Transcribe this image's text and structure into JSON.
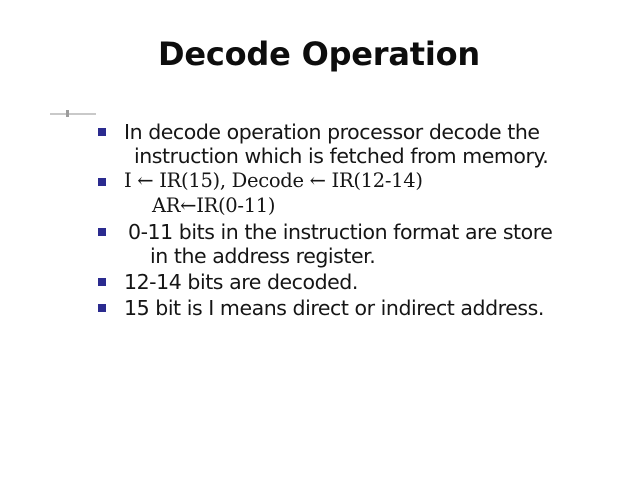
{
  "slide": {
    "title": "Decode Operation",
    "background_color": "#ffffff",
    "title_color": "#0d0d0d",
    "bullet_marker_color": "#2b2b8f",
    "body_text_color": "#151515",
    "scan_artifact_color": "#c9c9c9",
    "bullets": [
      {
        "id": "bullet-decode-intro",
        "line1": "In decode operation processor decode the",
        "line2": "instruction which is fetched from memory.",
        "style": "sans"
      },
      {
        "id": "bullet-register-transfer",
        "line1": "I ← IR(15), Decode ← IR(12-14)",
        "sub_line": "AR←IR(0-11)",
        "style": "serif"
      },
      {
        "id": "bullet-address-bits",
        "line1": "0-11 bits in the instruction format are store",
        "line2": "in the address register.",
        "style": "sans"
      },
      {
        "id": "bullet-decoded-bits",
        "line1": "12-14 bits are decoded.",
        "style": "sans"
      },
      {
        "id": "bullet-indirect-bit",
        "line1": "15 bit is I means direct or indirect address.",
        "style": "sans"
      }
    ]
  }
}
